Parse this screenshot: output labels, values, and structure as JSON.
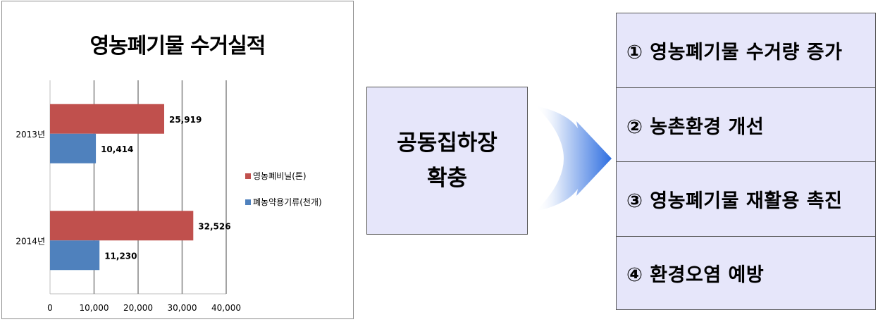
{
  "chart_data": {
    "type": "bar",
    "orientation": "horizontal",
    "title": "영농폐기물 수거실적",
    "categories": [
      "2013년",
      "2014년"
    ],
    "series": [
      {
        "name": "영농폐비닐(톤)",
        "color": "#c0504d",
        "values": [
          25919,
          32526
        ],
        "labels": [
          "25,919",
          "32,526"
        ]
      },
      {
        "name": "폐농약용기류(천개)",
        "color": "#4f81bd",
        "values": [
          10414,
          11230
        ],
        "labels": [
          "10,414",
          "11,230"
        ]
      }
    ],
    "xlim": [
      0,
      40000
    ],
    "xticks": [
      0,
      10000,
      20000,
      30000,
      40000
    ],
    "xtick_labels": [
      "0",
      "10,000",
      "20,000",
      "30,000",
      "40,000"
    ],
    "grid": true,
    "legend_position": "right"
  },
  "middle": {
    "line1": "공동집하장",
    "line2": "확충"
  },
  "results": [
    "①  영농폐기물  수거량  증가",
    "②  농촌환경  개선",
    "③  영농폐기물  재활용  촉진",
    "④  환경오염  예방"
  ],
  "colors": {
    "box_fill": "#e6e6fa",
    "arrow_dark": "#2e6ee0",
    "arrow_light": "#ffffff"
  }
}
